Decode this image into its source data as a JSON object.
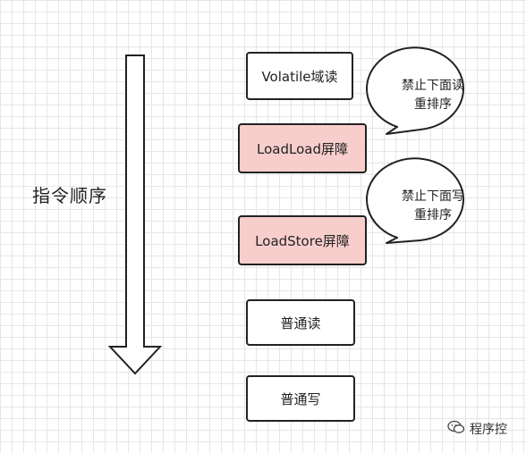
{
  "diagram": {
    "order_label": "指令顺序",
    "boxes": [
      {
        "label": "Volatile域读",
        "kind": "normal"
      },
      {
        "label": "LoadLoad屏障",
        "kind": "barrier"
      },
      {
        "label": "LoadStore屏障",
        "kind": "barrier"
      },
      {
        "label": "普通读",
        "kind": "normal"
      },
      {
        "label": "普通写",
        "kind": "normal"
      }
    ],
    "bubbles": [
      {
        "line1": "禁止下面读",
        "line2": "重排序"
      },
      {
        "line1": "禁止下面写",
        "line2": "重排序"
      }
    ],
    "colors": {
      "barrier_fill": "#f8cecc",
      "normal_fill": "#ffffff",
      "stroke": "#222222",
      "grid": "#e6e6e6"
    }
  },
  "watermark": {
    "text": "程序控",
    "icon": "wechat-icon"
  }
}
